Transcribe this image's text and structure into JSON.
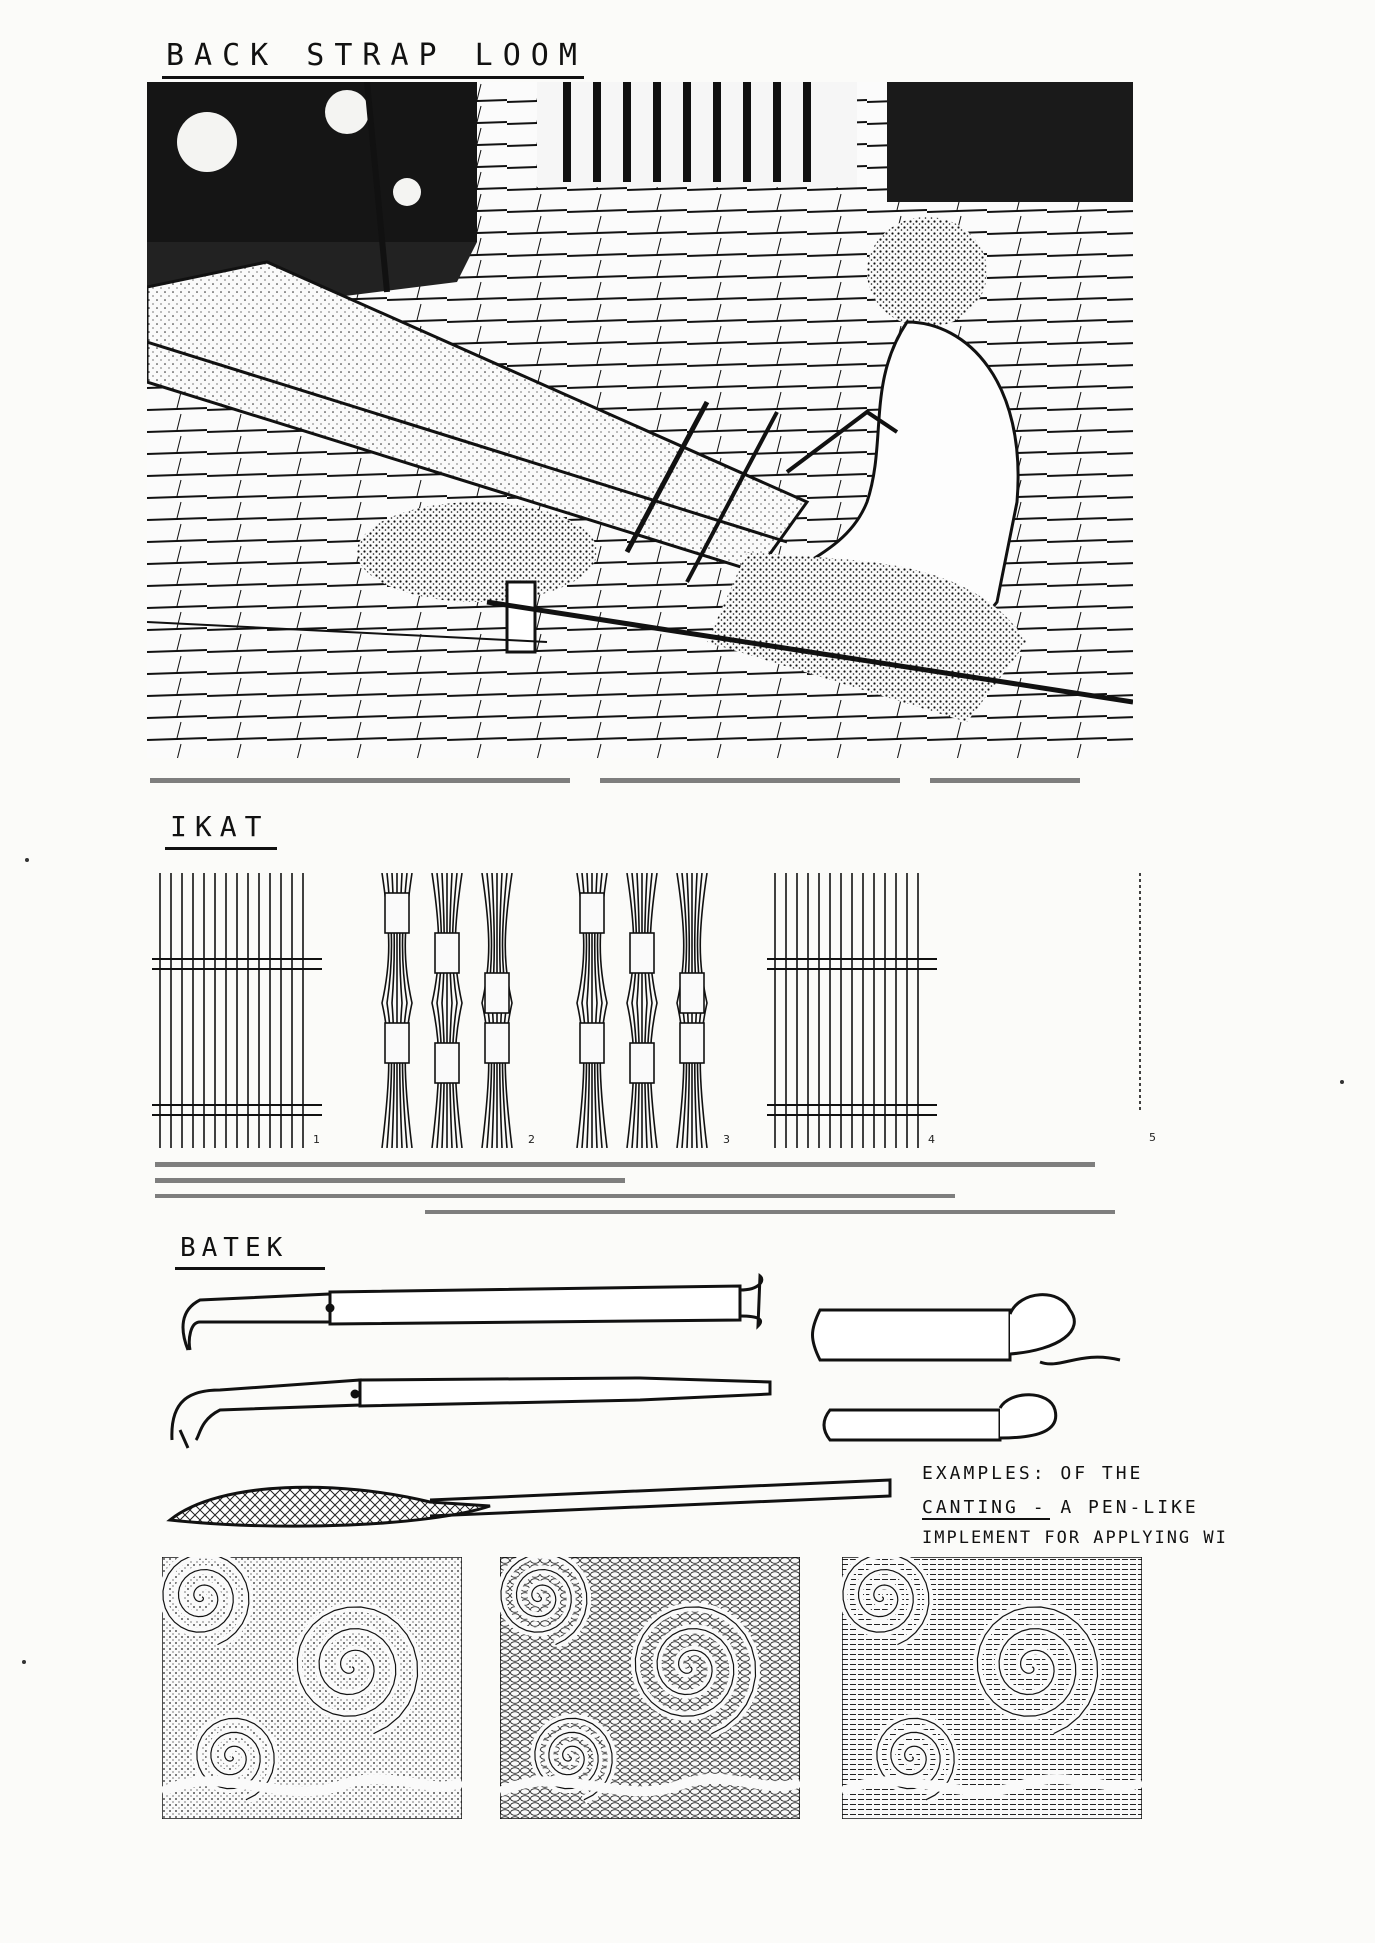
{
  "sections": {
    "backstrap": {
      "title": "BACK STRAP LOOM"
    },
    "ikat": {
      "title": "IKAT"
    },
    "batek": {
      "title": "BATEK"
    }
  },
  "ikat_panels": [
    "1",
    "2",
    "3",
    "4",
    "5"
  ],
  "canting_note": {
    "line1": "EXAMPLES: OF THE",
    "line2": "CANTING - A PEN-LIKE",
    "line3": "IMPLEMENT FOR APPLYING WI"
  }
}
